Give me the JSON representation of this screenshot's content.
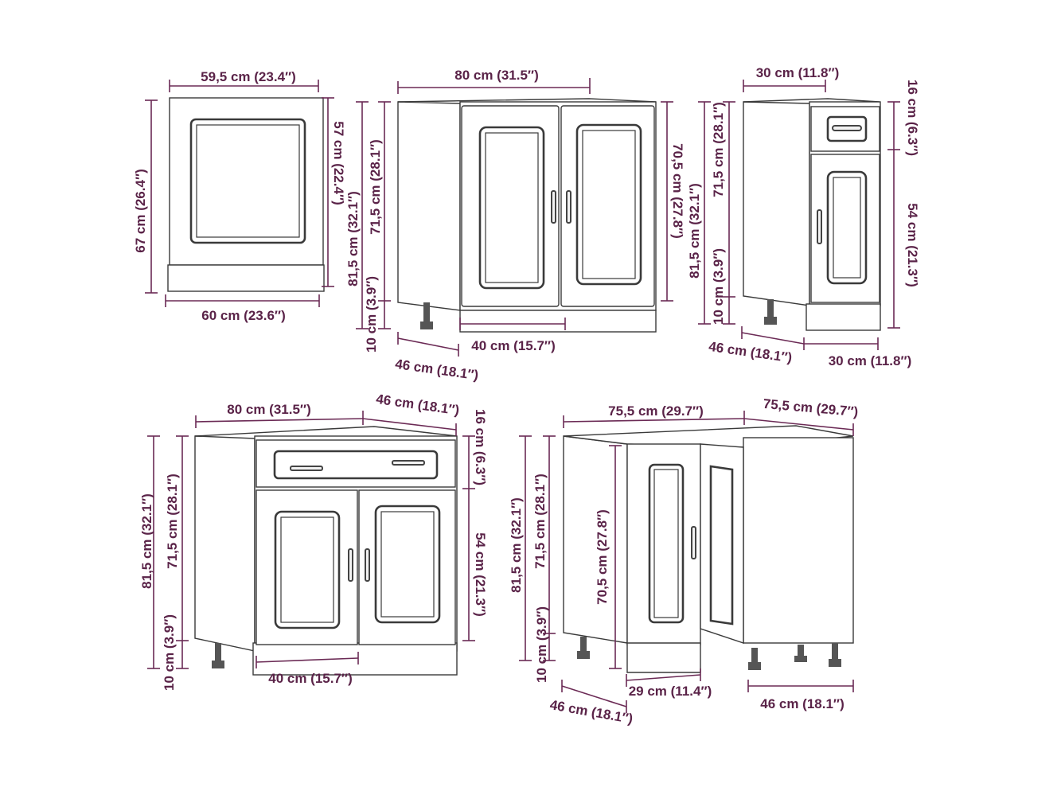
{
  "labels": {
    "oven_width_top": "59,5 cm (23.4″)",
    "oven_height": "67 cm (26.4″)",
    "oven_door_height": "57 cm (22.4″)",
    "oven_width_bottom": "60 cm (23.6″)",
    "sink_width": "80 cm (31.5″)",
    "sink_total_height": "81,5 cm (32.1″)",
    "sink_body_height": "71,5 cm (28.1″)",
    "sink_leg_height": "10 cm (3.9″)",
    "sink_door_height": "70,5 cm (27.8″)",
    "sink_door_width": "40 cm (15.7″)",
    "sink_depth": "46 cm (18.1″)",
    "narrow_width_top": "30 cm (11.8″)",
    "narrow_drawer": "16 cm (6.3″)",
    "narrow_door": "54 cm (21.3″)",
    "narrow_body": "71,5 cm (28.1″)",
    "narrow_total": "81,5 cm (32.1″)",
    "narrow_legs": "10 cm (3.9″)",
    "narrow_depth": "46 cm (18.1″)",
    "narrow_width_bottom": "30 cm (11.8″)",
    "drawer_width": "80 cm (31.5″)",
    "drawer_depth": "46 cm (18.1″)",
    "drawer_drawer": "16 cm (6.3″)",
    "drawer_door": "54 cm (21.3″)",
    "drawer_total": "81,5 cm (32.1″)",
    "drawer_body": "71,5 cm (28.1″)",
    "drawer_legs": "10 cm (3.9″)",
    "drawer_door_width": "40 cm (15.7″)",
    "corner_width_left": "75,5 cm (29.7″)",
    "corner_width_right": "75,5 cm (29.7″)",
    "corner_total": "81,5 cm (32.1″)",
    "corner_body": "71,5 cm (28.1″)",
    "corner_door": "70,5 cm (27.8″)",
    "corner_legs": "10 cm (3.9″)",
    "corner_depth_left": "46 cm (18.1″)",
    "corner_opening": "29 cm (11.4″)",
    "corner_depth_right": "46 cm (18.1″)"
  },
  "colors": {
    "dimension": "#6b2a55",
    "outline": "#3a3a3a",
    "background": "#ffffff"
  }
}
